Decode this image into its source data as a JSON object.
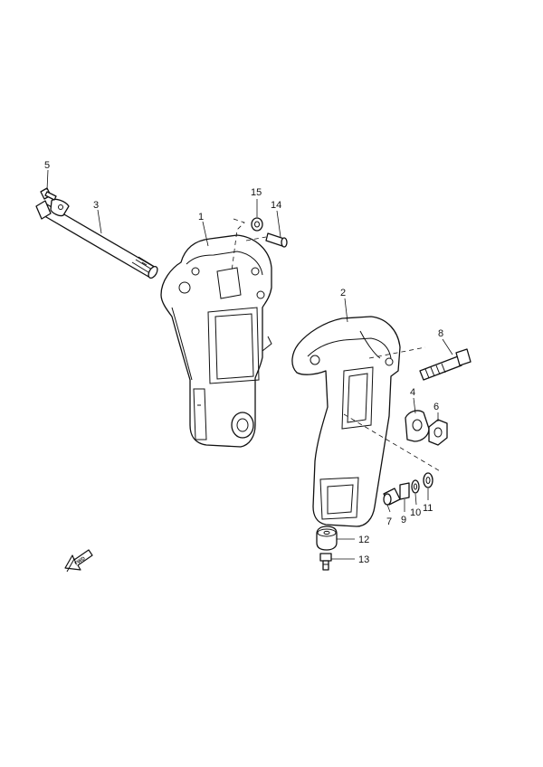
{
  "diagram": {
    "callouts": [
      {
        "id": "c1",
        "label": "1"
      },
      {
        "id": "c2",
        "label": "2"
      },
      {
        "id": "c3",
        "label": "3"
      },
      {
        "id": "c4",
        "label": "4"
      },
      {
        "id": "c5",
        "label": "5"
      },
      {
        "id": "c6",
        "label": "6"
      },
      {
        "id": "c7",
        "label": "7"
      },
      {
        "id": "c8",
        "label": "8"
      },
      {
        "id": "c9",
        "label": "9"
      },
      {
        "id": "c10",
        "label": "10"
      },
      {
        "id": "c11",
        "label": "11"
      },
      {
        "id": "c12",
        "label": "12"
      },
      {
        "id": "c13",
        "label": "13"
      },
      {
        "id": "c14",
        "label": "14"
      },
      {
        "id": "c15",
        "label": "15"
      }
    ],
    "direction_arrow": {
      "label": "FWD"
    }
  }
}
